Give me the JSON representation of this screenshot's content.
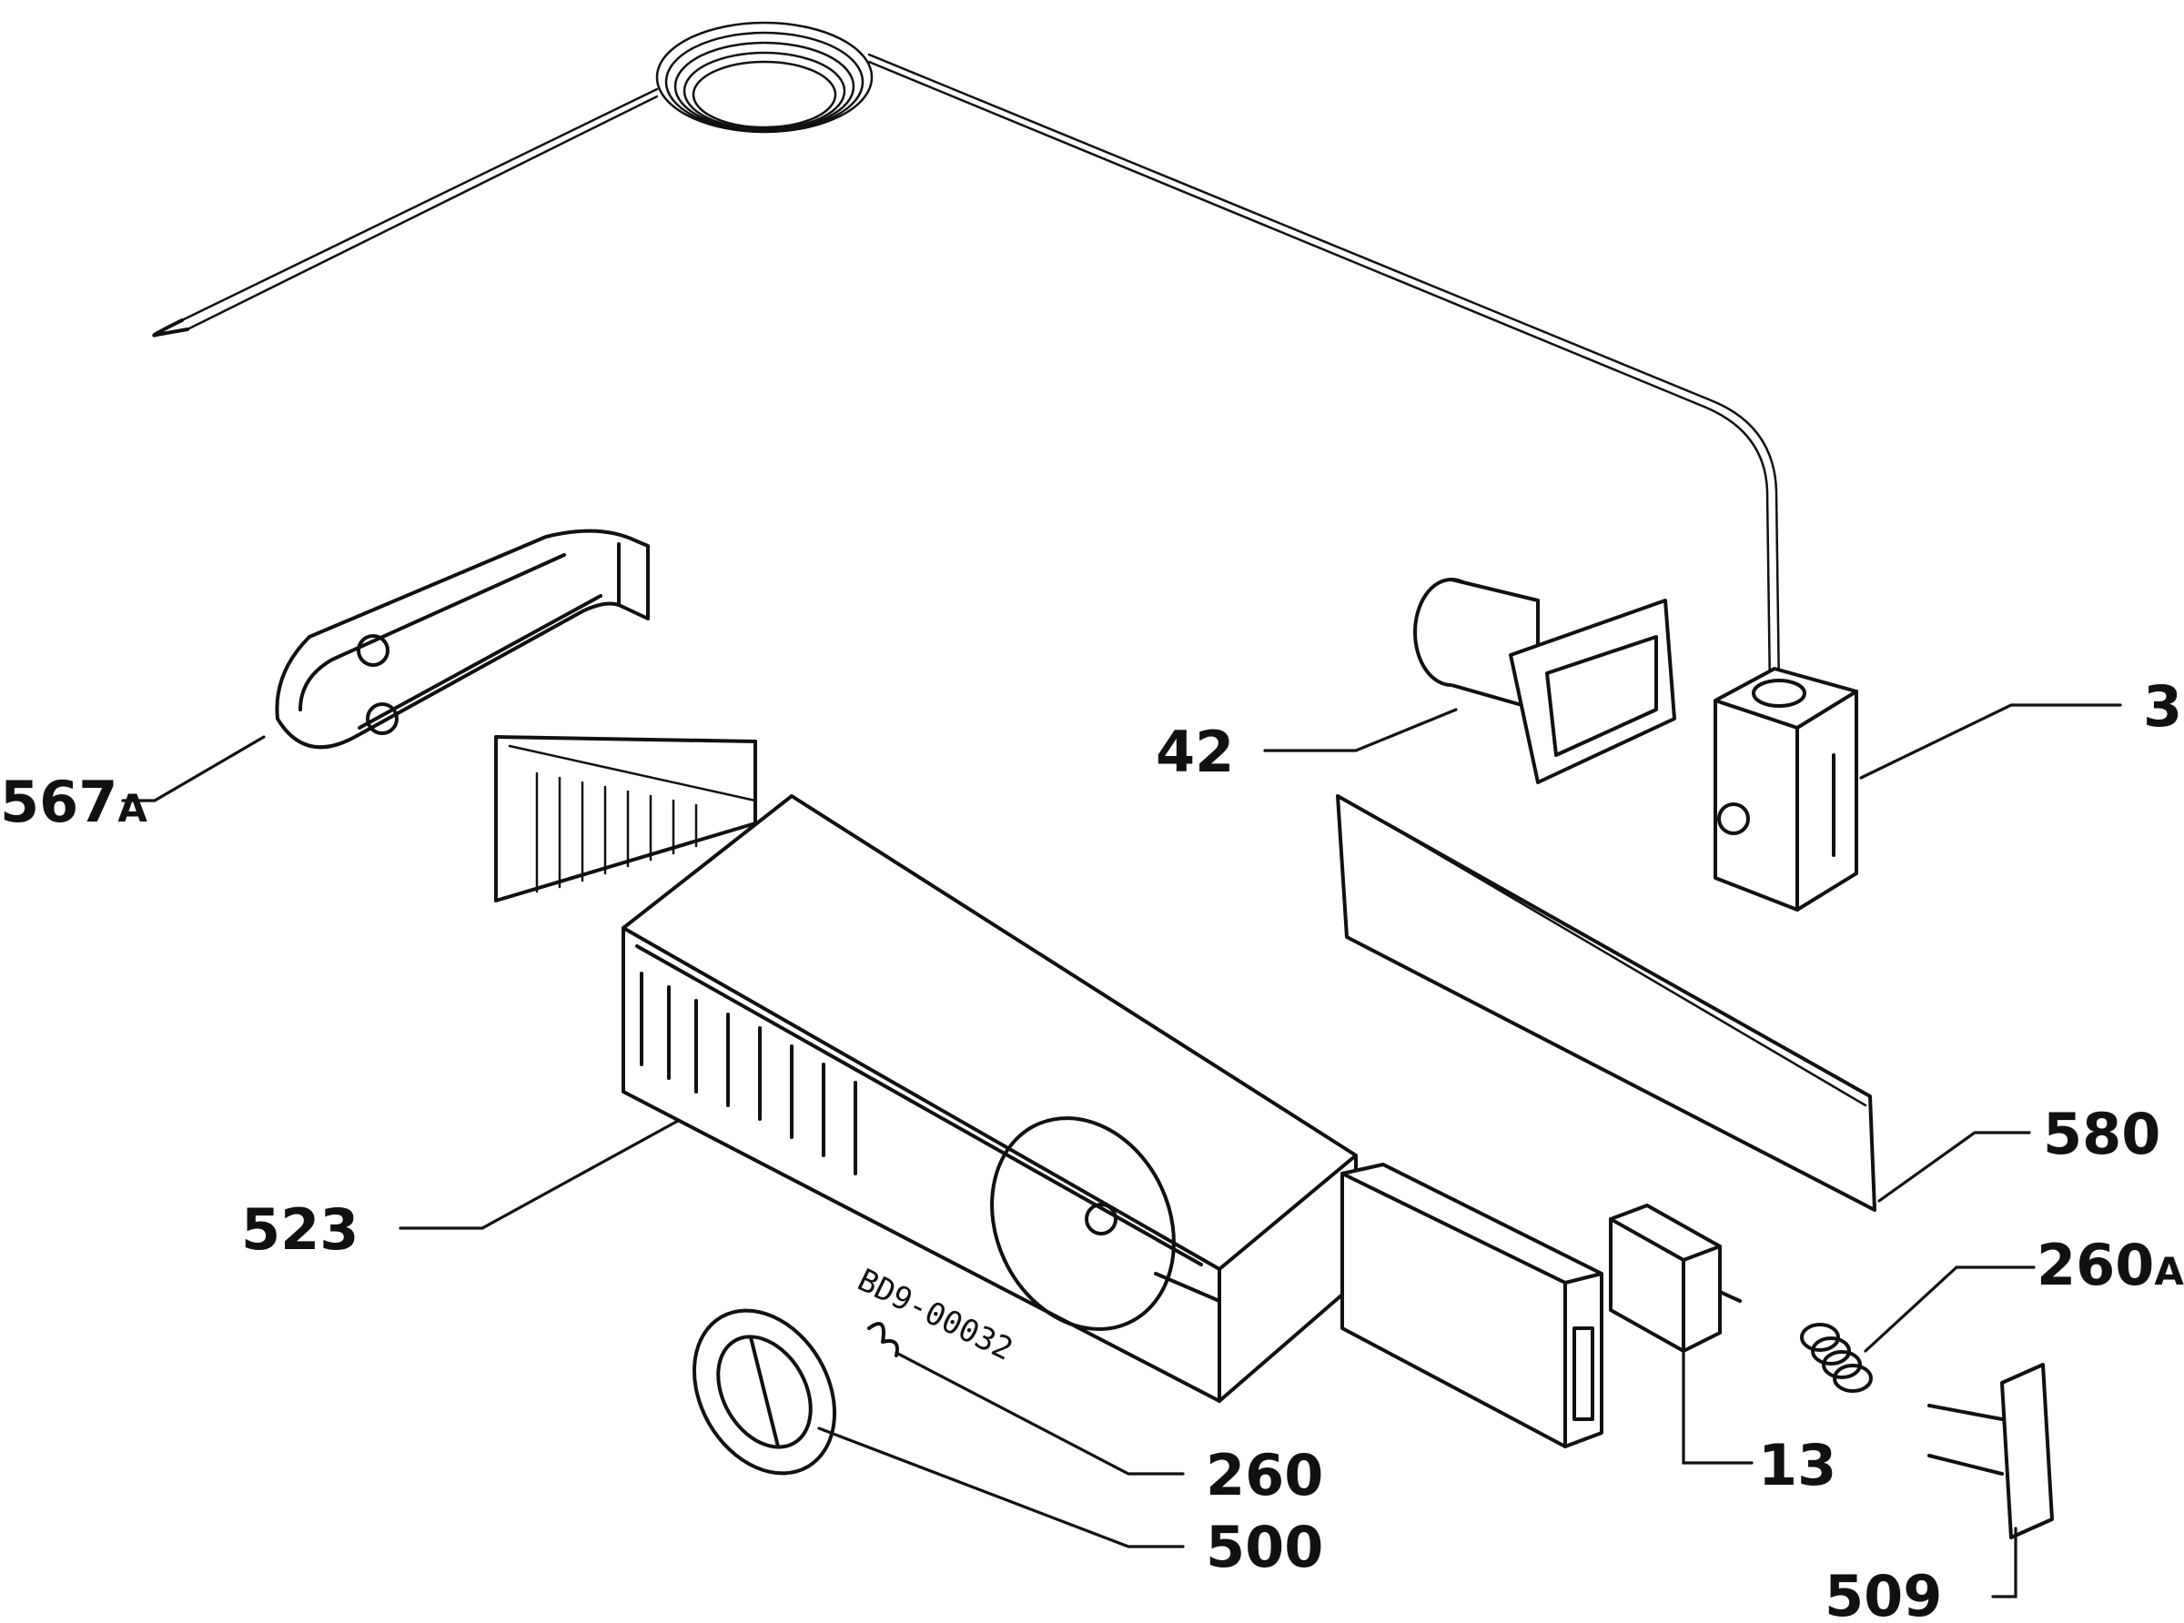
{
  "diagram": {
    "drawing_code": "BD9-00032",
    "callouts": [
      {
        "id": "567a",
        "num": "567",
        "suffix": "A"
      },
      {
        "id": "42",
        "num": "42",
        "suffix": ""
      },
      {
        "id": "3",
        "num": "3",
        "suffix": ""
      },
      {
        "id": "580",
        "num": "580",
        "suffix": ""
      },
      {
        "id": "260a",
        "num": "260",
        "suffix": "A"
      },
      {
        "id": "523",
        "num": "523",
        "suffix": ""
      },
      {
        "id": "260",
        "num": "260",
        "suffix": ""
      },
      {
        "id": "500",
        "num": "500",
        "suffix": ""
      },
      {
        "id": "13",
        "num": "13",
        "suffix": ""
      },
      {
        "id": "509",
        "num": "509",
        "suffix": ""
      }
    ]
  }
}
